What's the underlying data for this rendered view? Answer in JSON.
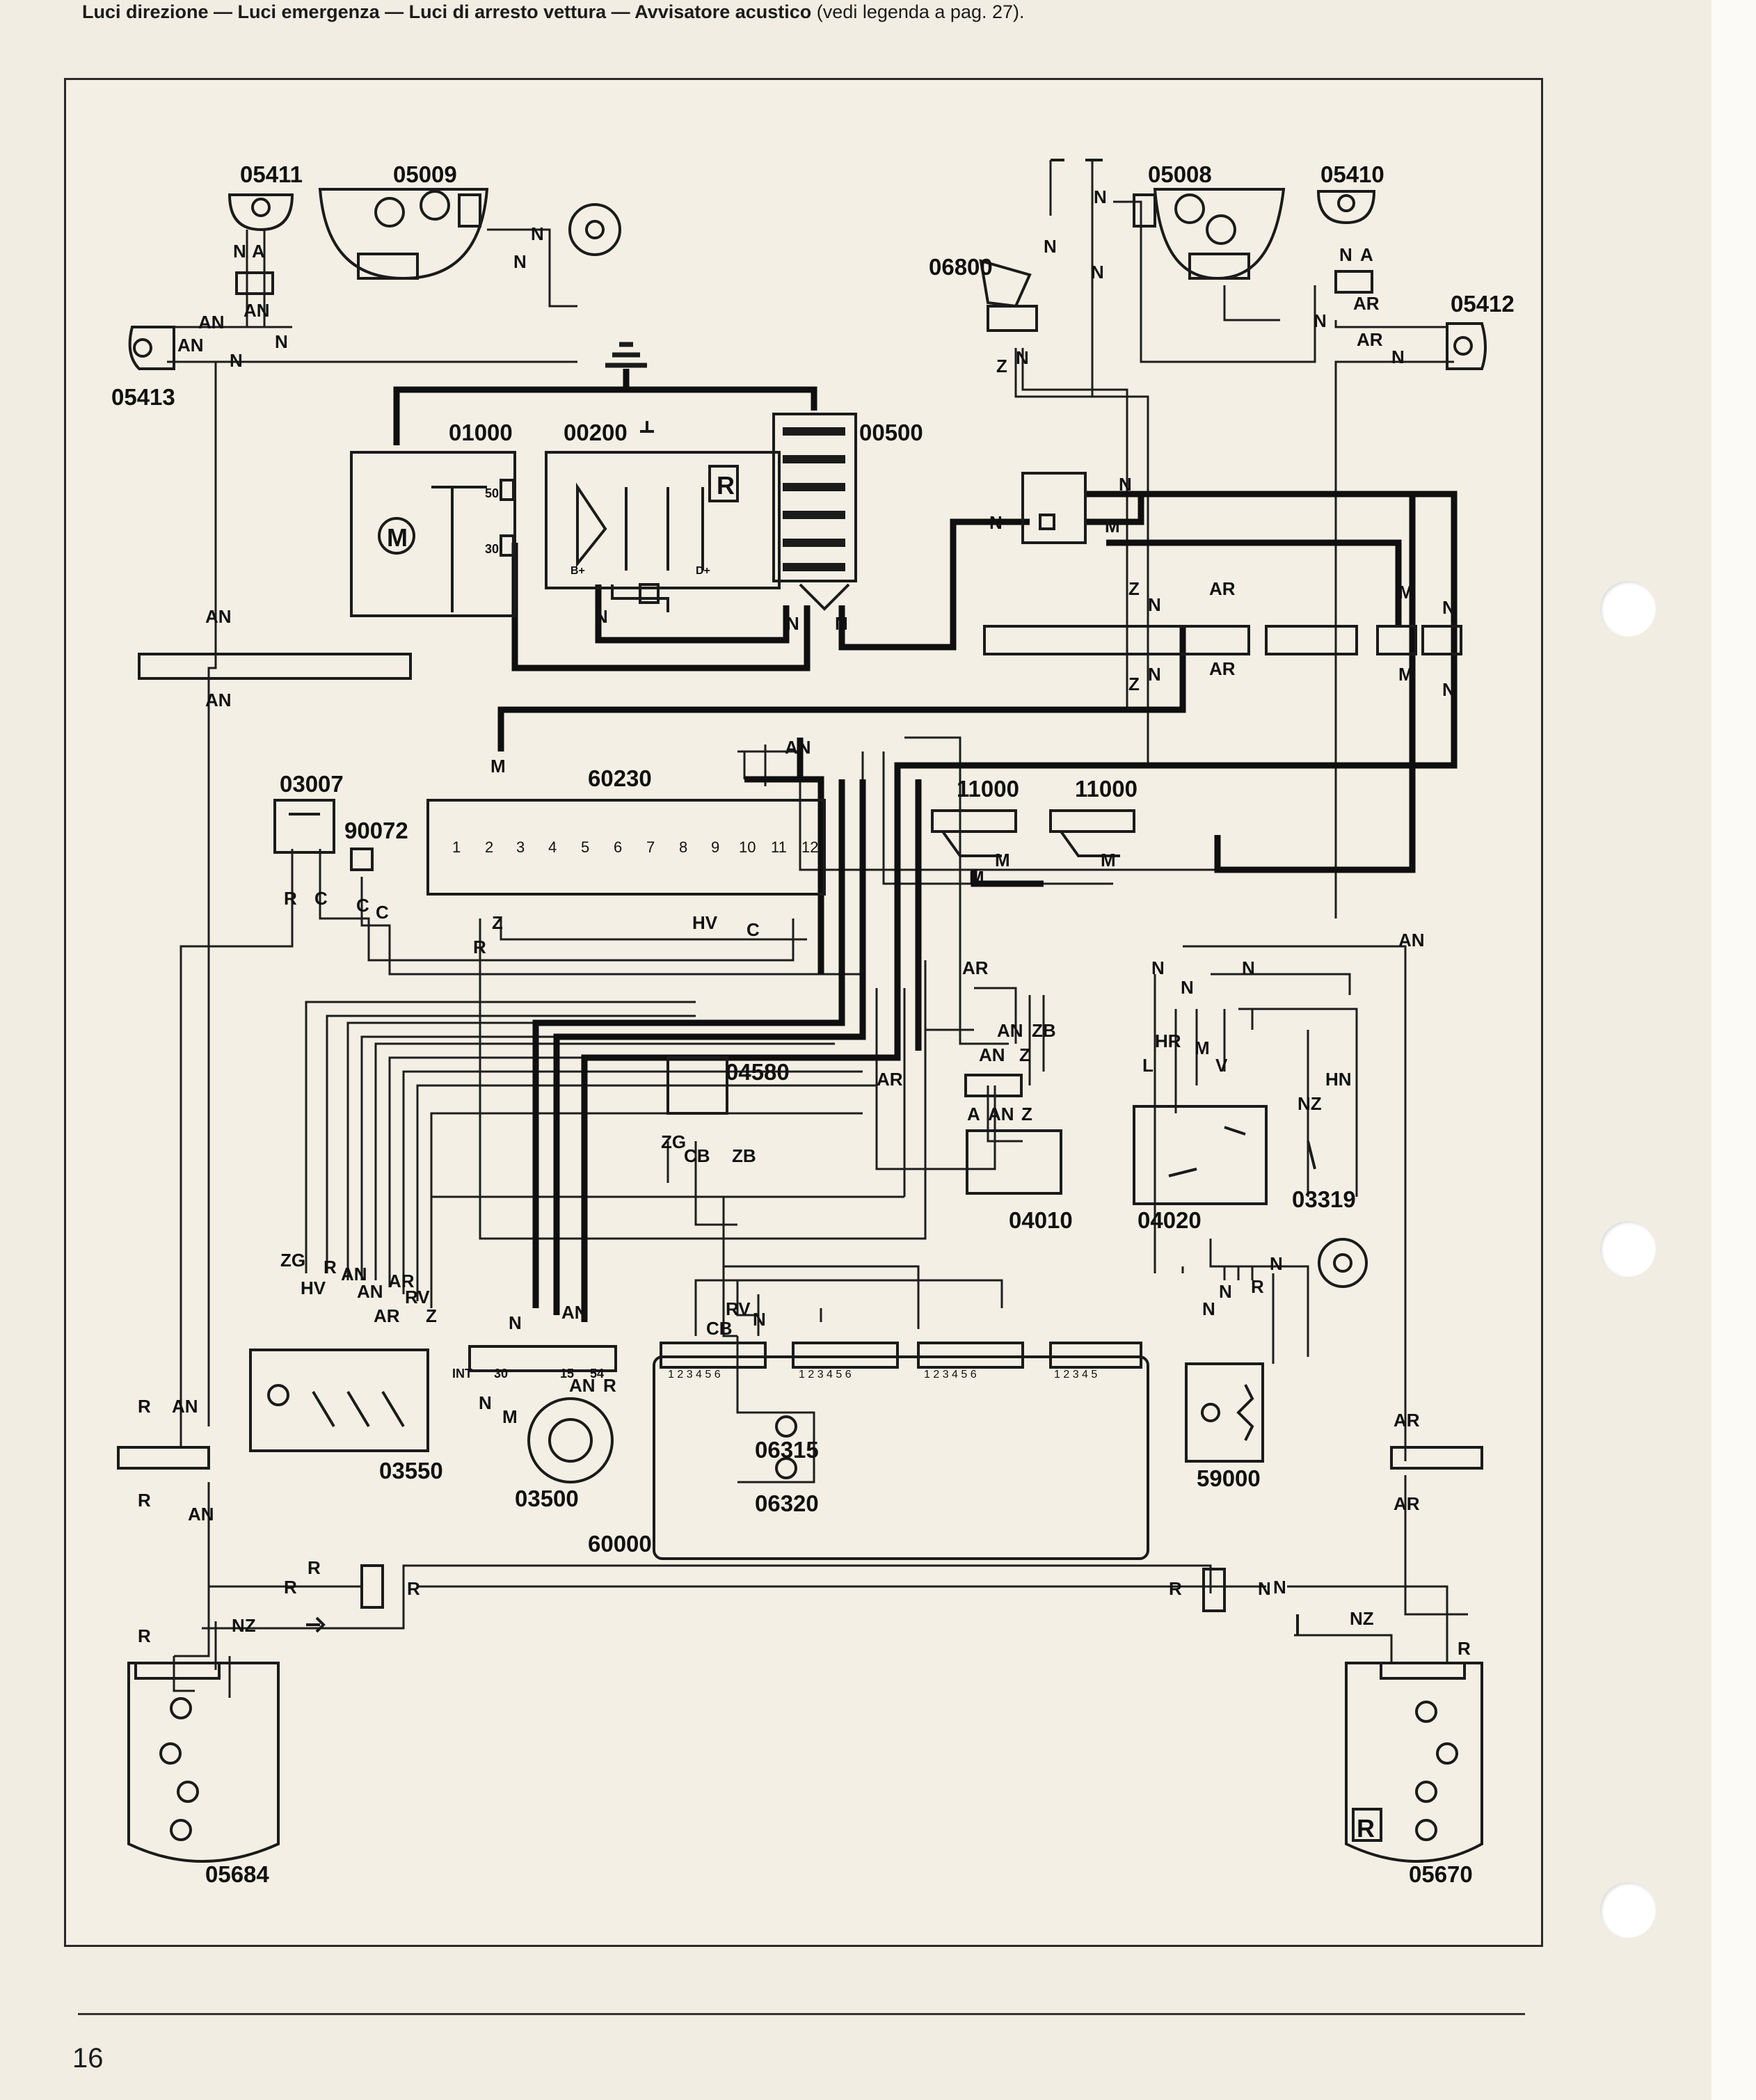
{
  "header": {
    "caption": "Luci direzione — Luci emergenza — Luci di arresto vettura — Avvisatore acustico",
    "caption_note": " (vedi legenda a pag. 27)."
  },
  "footer": {
    "page_number": "16"
  },
  "components": {
    "c05411": "05411",
    "c05009": "05009",
    "c05008": "05008",
    "c05410": "05410",
    "c05413": "05413",
    "c05412": "05412",
    "c06800": "06800",
    "c01000": "01000",
    "c00200": "00200",
    "c00500": "00500",
    "c60230": "60230",
    "c03007": "03007",
    "c90072": "90072",
    "c11000a": "11000",
    "c11000b": "11000",
    "c04580": "04580",
    "c04010": "04010",
    "c04020": "04020",
    "c03319": "03319",
    "c03550": "03550",
    "c03500": "03500",
    "c06315": "06315",
    "c06320": "06320",
    "c60000": "60000",
    "c59000": "59000",
    "c05684": "05684",
    "c05670": "05670"
  },
  "symbols": {
    "motor": "M",
    "regulator": "R",
    "tail_light_reverse": "R",
    "terminal_50": "50",
    "terminal_30": "30",
    "int_label": "INT",
    "t30": "30",
    "t15": "15",
    "t54": "54",
    "b_plus": "B+",
    "d_plus": "D+"
  },
  "fuse_numbers": [
    "1",
    "2",
    "3",
    "4",
    "5",
    "6",
    "7",
    "8",
    "9",
    "10",
    "11",
    "12"
  ],
  "connector_pins": {
    "block1": "1 2 3 4 5 6",
    "block2": "1 2 3 4 5 6",
    "block3": "1 2 3 4 5 6",
    "block4": "1 2 3 4 5"
  },
  "wire_codes": {
    "w01": "N",
    "w02": "A",
    "w03": "AN",
    "w04": "AN",
    "w05": "AN",
    "w06": "N",
    "w07": "N",
    "w08": "N",
    "w09": "N",
    "w10": "N",
    "w11": "N",
    "w12": "N",
    "w13": "N",
    "w14": "A",
    "w15": "AR",
    "w16": "N",
    "w17": "AR",
    "w18": "N",
    "w19": "Z",
    "w20": "N",
    "w21": "N",
    "w22": "M",
    "w23": "Z",
    "w24": "N",
    "w25": "AR",
    "w26": "M",
    "w27": "N",
    "w28": "N",
    "w29": "N",
    "w30": "Z",
    "w31": "N",
    "w32": "AR",
    "w33": "M",
    "w34": "N",
    "w35": "N",
    "w36": "N",
    "w37": "AN",
    "w38": "AN",
    "w39": "M",
    "w40": "AN",
    "w41": "M",
    "w42": "M",
    "w43": "M",
    "w44": "R",
    "w45": "C",
    "w46": "C",
    "w47": "C",
    "w48": "Z",
    "w49": "HV",
    "w50": "C",
    "w51": "R",
    "w52": "AR",
    "w53": "AN",
    "w54": "ZB",
    "w55": "AN",
    "w56": "Z",
    "w57": "A",
    "w58": "AN",
    "w59": "Z",
    "w60": "AR",
    "w61": "ZG",
    "w62": "CB",
    "w63": "ZB",
    "w64": "N",
    "w65": "N",
    "w66": "N",
    "w67": "HR",
    "w68": "M",
    "w69": "V",
    "w70": "L",
    "w71": "HN",
    "w72": "NZ",
    "w73": "ZG",
    "w74": "HV",
    "w75": "R",
    "w76": "AN",
    "w77": "AN",
    "w78": "AR",
    "w79": "AR",
    "w80": "RV",
    "w81": "Z",
    "w82": "N",
    "w83": "AN",
    "w84": "RV",
    "w85": "CB",
    "w86": "N",
    "w87": "N",
    "w88": "M",
    "w89": "AN",
    "w90": "R",
    "w91": "N",
    "w92": "N",
    "w93": "N",
    "w94": "R",
    "w95": "AN",
    "w96": "R",
    "w97": "AN",
    "w98": "R",
    "w99": "R",
    "w100": "R",
    "w101": "R",
    "w102": "R",
    "w103": "NZ",
    "w104": "NZ",
    "w105": "R",
    "w106": "AR",
    "w107": "AR",
    "w108": "AN",
    "w109": "R",
    "w110": "N",
    "w111": "N"
  }
}
